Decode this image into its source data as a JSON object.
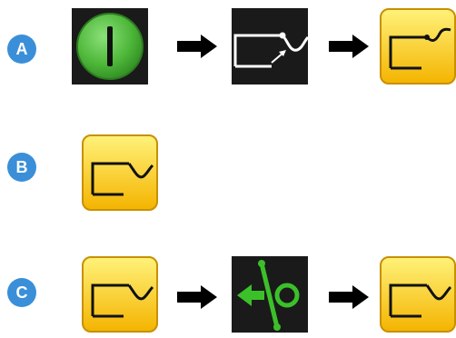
{
  "rows": [
    {
      "label": "A",
      "steps": [
        "power-on-button-icon",
        "tank-valve-closed-icon",
        "tank-valve-closed-yellow-icon"
      ]
    },
    {
      "label": "B",
      "steps": [
        "tank-valve-open-yellow-icon"
      ]
    },
    {
      "label": "C",
      "steps": [
        "tank-valve-open-yellow-icon",
        "lever-push-icon",
        "tank-valve-open-yellow-icon"
      ]
    }
  ],
  "colors": {
    "label_circle": "#3a8fd8",
    "yellow_top": "#fff27a",
    "yellow_bottom": "#f4b400",
    "green_button": "#4fb83a",
    "green_lever": "#3cc02a",
    "dark_tile": "#1a1a1a"
  }
}
